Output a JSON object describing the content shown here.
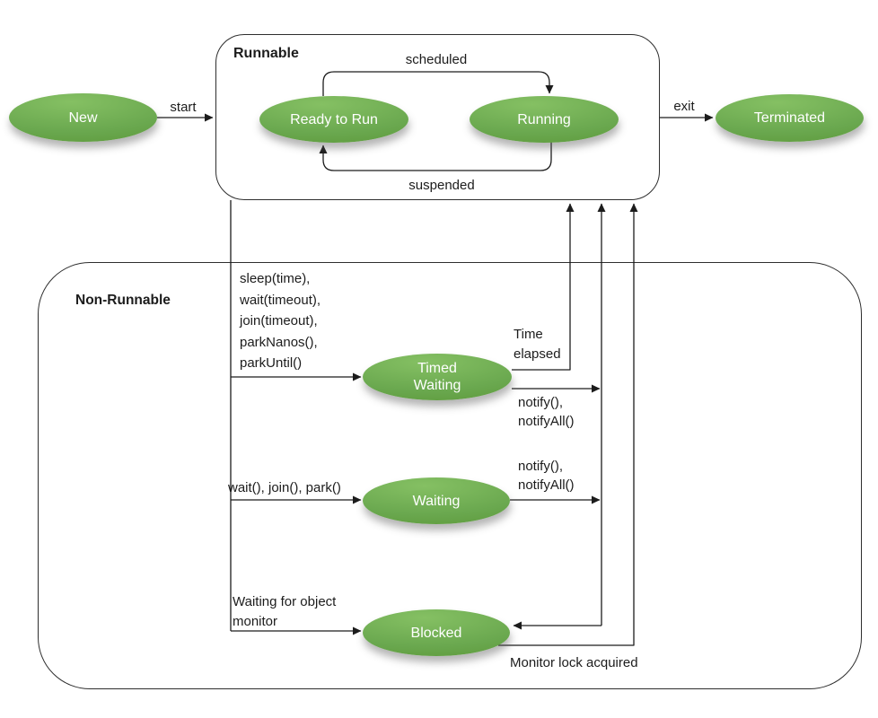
{
  "colors": {
    "state_fill": "#6aa84f",
    "state_fill_light": "#85c063",
    "state_fill_dark": "#5a9636",
    "state_text": "#ffffff",
    "line": "#1c1c1c",
    "label_text": "#1c1c1c",
    "background": "#ffffff"
  },
  "groups": {
    "runnable": {
      "label": "Runnable"
    },
    "non_runnable": {
      "label": "Non-Runnable"
    }
  },
  "states": {
    "new": {
      "label": "New"
    },
    "ready_to_run": {
      "label": "Ready to Run"
    },
    "running": {
      "label": "Running"
    },
    "terminated": {
      "label": "Terminated"
    },
    "timed_waiting": {
      "label": "Timed\nWaiting"
    },
    "waiting": {
      "label": "Waiting"
    },
    "blocked": {
      "label": "Blocked"
    }
  },
  "transitions": {
    "start": {
      "label": "start"
    },
    "exit": {
      "label": "exit"
    },
    "scheduled": {
      "label": "scheduled"
    },
    "suspended": {
      "label": "suspended"
    },
    "to_timed_waiting": {
      "label": "sleep(time),\nwait(timeout),\njoin(timeout),\nparkNanos(),\nparkUntil()"
    },
    "time_elapsed": {
      "label": "Time\nelapsed"
    },
    "timed_waiting_notify": {
      "label": "notify(),\nnotifyAll()"
    },
    "to_waiting": {
      "label": "wait(), join(), park()"
    },
    "waiting_notify": {
      "label": "notify(),\nnotifyAll()"
    },
    "to_blocked": {
      "label": "Waiting for object\nmonitor"
    },
    "monitor_lock_acquired": {
      "label": "Monitor lock acquired"
    }
  }
}
